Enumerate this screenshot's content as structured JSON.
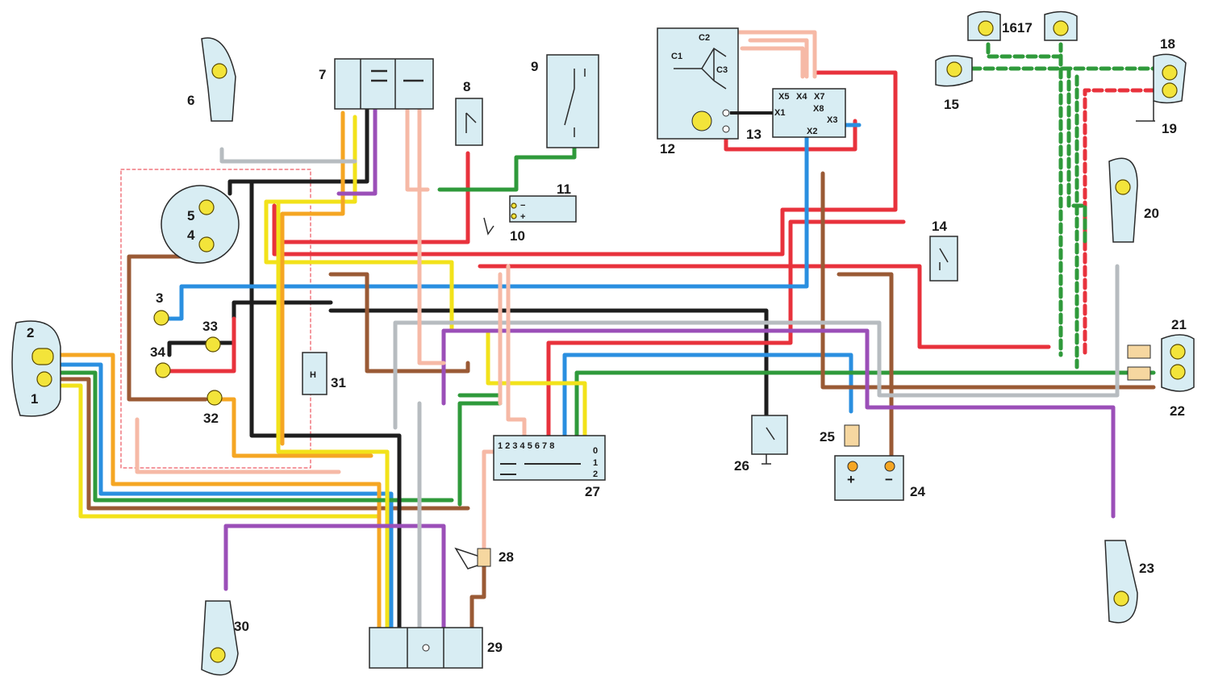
{
  "diagram": {
    "labels": {
      "n1": "1",
      "n2": "2",
      "n3": "3",
      "n4": "4",
      "n5": "5",
      "n6": "6",
      "n7": "7",
      "n8": "8",
      "n9": "9",
      "n10": "10",
      "n11": "11",
      "n12": "12",
      "n13": "13",
      "n14": "14",
      "n15": "15",
      "n1617": "1617",
      "n18": "18",
      "n19": "19",
      "n20": "20",
      "n21": "21",
      "n22": "22",
      "n23": "23",
      "n24": "24",
      "n25": "25",
      "n26": "26",
      "n27": "27",
      "n28": "28",
      "n29": "29",
      "n30": "30",
      "n31": "31",
      "n32": "32",
      "n33": "33",
      "n34": "34"
    },
    "generator": {
      "c1": "C1",
      "c2": "C2",
      "c3": "C3"
    },
    "regulator": {
      "x1": "X1",
      "x2": "X2",
      "x3": "X3",
      "x4": "X4",
      "x5": "X5",
      "x7": "X7",
      "x8": "X8"
    },
    "battery": {
      "plus": "+",
      "minus": "−"
    },
    "sensor": {
      "minus": "−",
      "plus": "+"
    },
    "switch27": {
      "positions": "1 2 3 4 5 6 7 8",
      "p0": "0",
      "p1": "1",
      "p2": "2"
    },
    "relay31": {
      "mark": "H"
    }
  },
  "colors": {
    "red": "#e8323c",
    "black": "#1e1e1e",
    "blue": "#2a8fe0",
    "green": "#2f9a3b",
    "yellow": "#f2e21a",
    "orange": "#f5a623",
    "brown": "#9a5a35",
    "purple": "#9b4fb8",
    "grey": "#b7bcc0",
    "pink": "#f6b9a6",
    "box": "#d8edf3",
    "lamp": "#f3e43a"
  }
}
